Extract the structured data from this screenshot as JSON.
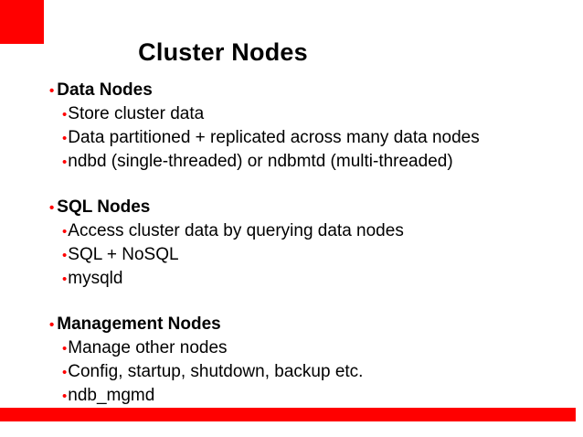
{
  "slide": {
    "title": "Cluster Nodes",
    "accent_color": "#ff0000",
    "background_color": "#ffffff",
    "text_color": "#000000",
    "bullet_glyph": "•",
    "groups": [
      {
        "heading": "Data Nodes",
        "items": [
          "Store cluster data",
          "Data partitioned + replicated across many data nodes",
          "ndbd (single-threaded) or ndbmtd (multi-threaded)"
        ]
      },
      {
        "heading": "SQL Nodes",
        "items": [
          "Access cluster data by querying data nodes",
          "SQL + NoSQL",
          "mysqld"
        ]
      },
      {
        "heading": "Management Nodes",
        "items": [
          "Manage other nodes",
          "Config, startup, shutdown, backup etc.",
          "ndb_mgmd"
        ]
      }
    ]
  }
}
